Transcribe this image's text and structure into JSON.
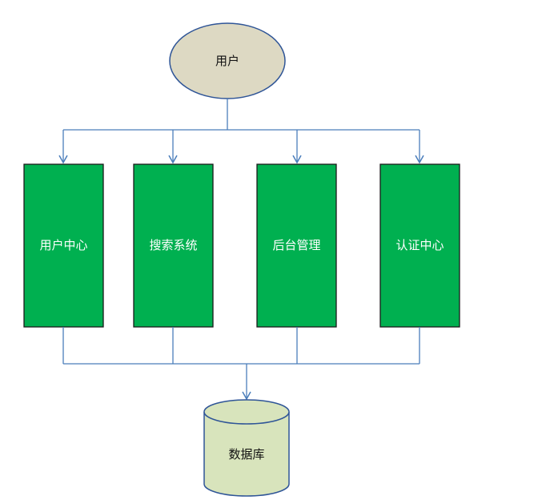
{
  "nodes": {
    "user": {
      "label": "用户"
    },
    "modules": [
      {
        "label": "用户中心"
      },
      {
        "label": "搜索系统"
      },
      {
        "label": "后台管理"
      },
      {
        "label": "认证中心"
      }
    ],
    "database": {
      "label": "数据库"
    }
  },
  "colors": {
    "user_fill": "#ddd9c3",
    "user_stroke": "#2f5597",
    "module_fill": "#00b050",
    "module_stroke": "#1a1a1a",
    "db_fill": "#d8e4bc",
    "db_stroke": "#2f5597",
    "connector": "#4a7ebb"
  }
}
